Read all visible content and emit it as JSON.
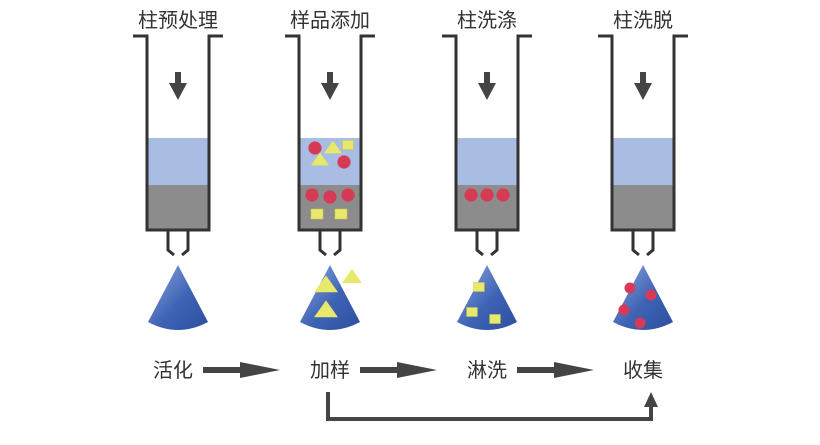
{
  "title": "SPE 固相萃取流程示意图",
  "colors": {
    "solvent": "#a9bde3",
    "sorbent": "#8c8c8c",
    "outline": "#333333",
    "analyte": "#d63a56",
    "impurity": "#e8e86a",
    "cone": "#3e63b5",
    "arrow": "#444444"
  },
  "columns": [
    {
      "label": "柱预处理",
      "particles_in_solvent": [],
      "particles_in_sorbent": [],
      "collected": []
    },
    {
      "label": "样品添加",
      "particles_in_solvent": [
        "circle",
        "triangle",
        "triangle",
        "square",
        "circle"
      ],
      "particles_in_sorbent": [
        "circle",
        "circle",
        "circle",
        "square",
        "square"
      ],
      "collected": [
        "triangle",
        "triangle",
        "triangle"
      ]
    },
    {
      "label": "柱洗涤",
      "particles_in_solvent": [],
      "particles_in_sorbent": [
        "circle",
        "circle",
        "circle"
      ],
      "collected": [
        "square",
        "square",
        "square"
      ]
    },
    {
      "label": "柱洗脱",
      "particles_in_solvent": [],
      "particles_in_sorbent": [],
      "collected": [
        "circle",
        "circle",
        "circle",
        "circle"
      ]
    }
  ],
  "flow": {
    "steps": [
      "活化",
      "加样",
      "淋洗",
      "收集"
    ],
    "bypass": {
      "from": "加样",
      "to": "收集"
    }
  },
  "icons": {
    "flow_down": "down-arrow-icon",
    "flow_right": "right-arrow-icon"
  }
}
